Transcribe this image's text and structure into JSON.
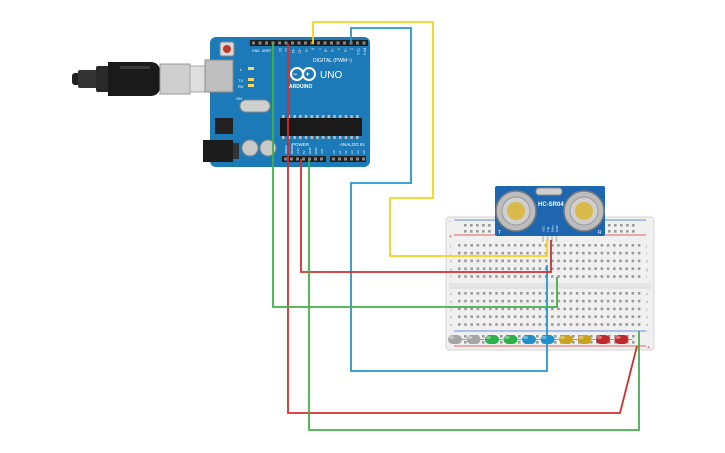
{
  "arduino": {
    "digital_label": "DIGITAL (PWM~)",
    "model": "UNO",
    "brand": "ARDUINO",
    "power_label": "POWER",
    "analog_label": "ANALOG IN",
    "aref": "AREF",
    "gnd": "GND",
    "tx": "TX",
    "rx": "RX",
    "l": "L",
    "on": "ON",
    "digital_pins": [
      "13",
      "12",
      "~11",
      "~10",
      "~9",
      "8",
      "7",
      "~6",
      "~5",
      "4",
      "~3",
      "2",
      "TX 1",
      "RX 0"
    ],
    "power_pins": [
      "IOREF",
      "RESET",
      "3.3V",
      "5V",
      "GND",
      "GND",
      "VIN"
    ],
    "analog_pins": [
      "A0",
      "A1",
      "A2",
      "A3",
      "A4",
      "A5"
    ]
  },
  "sensor": {
    "label": "HC-SR04",
    "left_mark": "T",
    "right_mark": "R",
    "pins": [
      "VCC",
      "Trig",
      "Echo",
      "GND"
    ]
  },
  "breadboard": {
    "row_letters_top": [
      "j",
      "i",
      "h",
      "g",
      "f"
    ],
    "row_letters_bottom": [
      "e",
      "d",
      "c",
      "b",
      "a"
    ],
    "plus": "+",
    "minus": "-"
  },
  "leds": {
    "colors": [
      "#a6a6a6",
      "#a6a6a6",
      "#2bb34a",
      "#2bb34a",
      "#1f8fc9",
      "#1f8fc9",
      "#c8a21a",
      "#c8a21a",
      "#c0282d",
      "#c0282d"
    ]
  },
  "colors": {
    "board": "#1c7ab8",
    "board_dark": "#14639a",
    "sensor": "#1e67b0",
    "wire_yellow": "#f2d31d",
    "wire_blue": "#2196d3",
    "wire_red": "#d32f2f",
    "wire_green": "#43b049"
  }
}
